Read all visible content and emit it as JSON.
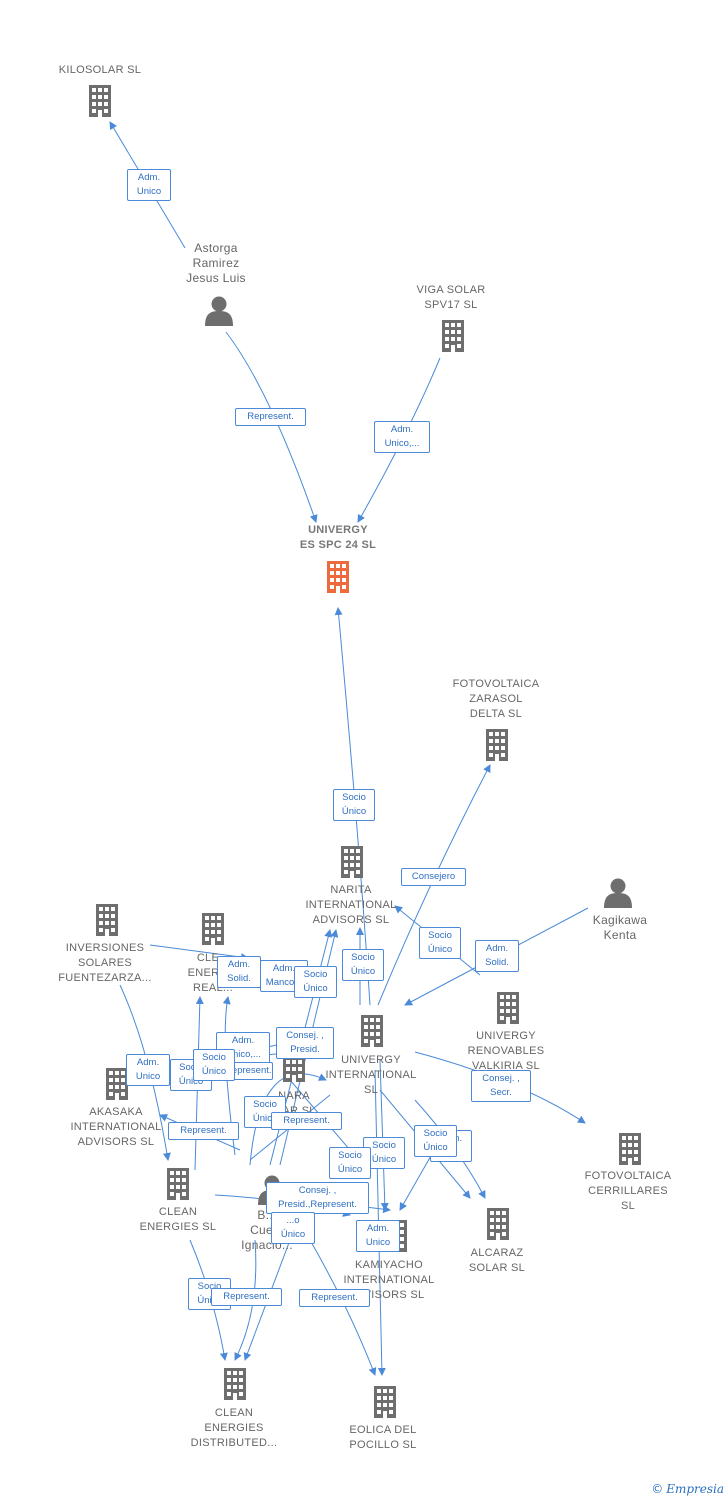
{
  "colors": {
    "edge": "#4a8ad8",
    "node": "#6e6e6e",
    "focus": "#ee6a3c",
    "label": "#666666"
  },
  "nodes": {
    "kilosolar": "KILOSOLAR  SL",
    "astorga": "Astorga\nRamirez\nJesus Luis",
    "viga": "VIGA SOLAR\nSPV17  SL",
    "univergy_es": "UNIVERGY\nES SPC 24  SL",
    "zarasol": "FOTOVOLTAICA\nZARASOL\nDELTA  SL",
    "narita": "NARITA\nINTERNATIONAL\nADVISORS  SL",
    "kagikawa": "Kagikawa\nKenta",
    "inversiones": "INVERSIONES\nSOLARES\nFUENTEZARZA...",
    "clean_real": "CLE...\nENERG...\nREAL...",
    "univergy_int": "UNIVERGY\nINTERNATIONAL\nSL",
    "univergy_ren": "UNIVERGY\nRENOVABLES\nVALKIRIA  SL",
    "nara": "NARA\n...AR  SL",
    "akasaka": "AKASAKA\nINTERNATIONAL\nADVISORS  SL",
    "cerrillares": "FOTOVOLTAICA\nCERRILLARES\nSL",
    "clean_sl": "CLEAN\nENERGIES SL",
    "bueno": "B...\nCue...\nIgnacio...",
    "kamiyacho": "KAMIYACHO\nINTERNATIONAL\n...VISORS  SL",
    "alcaraz": "ALCARAZ\nSOLAR SL",
    "clean_dist": "CLEAN\nENERGIES\nDISTRIBUTED...",
    "eolica": "EOLICA DEL\nPOCILLO SL"
  },
  "edges": {
    "e1": "Adm.\nUnico",
    "e2": "Represent.",
    "e3": "Adm.\nUnico,...",
    "e4": "Socio\nÚnico",
    "e5": "Consejero",
    "e6": "Socio\nÚnico",
    "e7": "Adm.\nSolid.",
    "e8": "Socio\nÚnico",
    "e9": "Adm.\nSolid.",
    "e10": "Adm.\nManco...",
    "e11": "Socio\nÚnico",
    "e12": "Consej. ,\nPresid.",
    "e13": "Adm.\n...nico,...",
    "e14": "...epresent.",
    "e15": "Adm.\nUnico",
    "e16": "Socio\nÚnico",
    "e17": "Socio\nÚnico",
    "e18": "Consej. ,\nSecr.",
    "e19": "Represent.",
    "e20": "Socio\nÚnico",
    "e21": "Represent.",
    "e22": "Socio\nÚnico",
    "e23": "Socio\nÚnico",
    "e24": "Adm.\n...o",
    "e25": "Socio\nÚnico",
    "e26": "Consej. ,\nPresid.,Represent.",
    "e27": "...o\nÚnico",
    "e28": "Adm.\nUnico",
    "e29": "Socio\nÚnico",
    "e30": "Represent.",
    "e31": "Represent."
  },
  "brand": {
    "copyright": "©",
    "name": "Empresia"
  }
}
